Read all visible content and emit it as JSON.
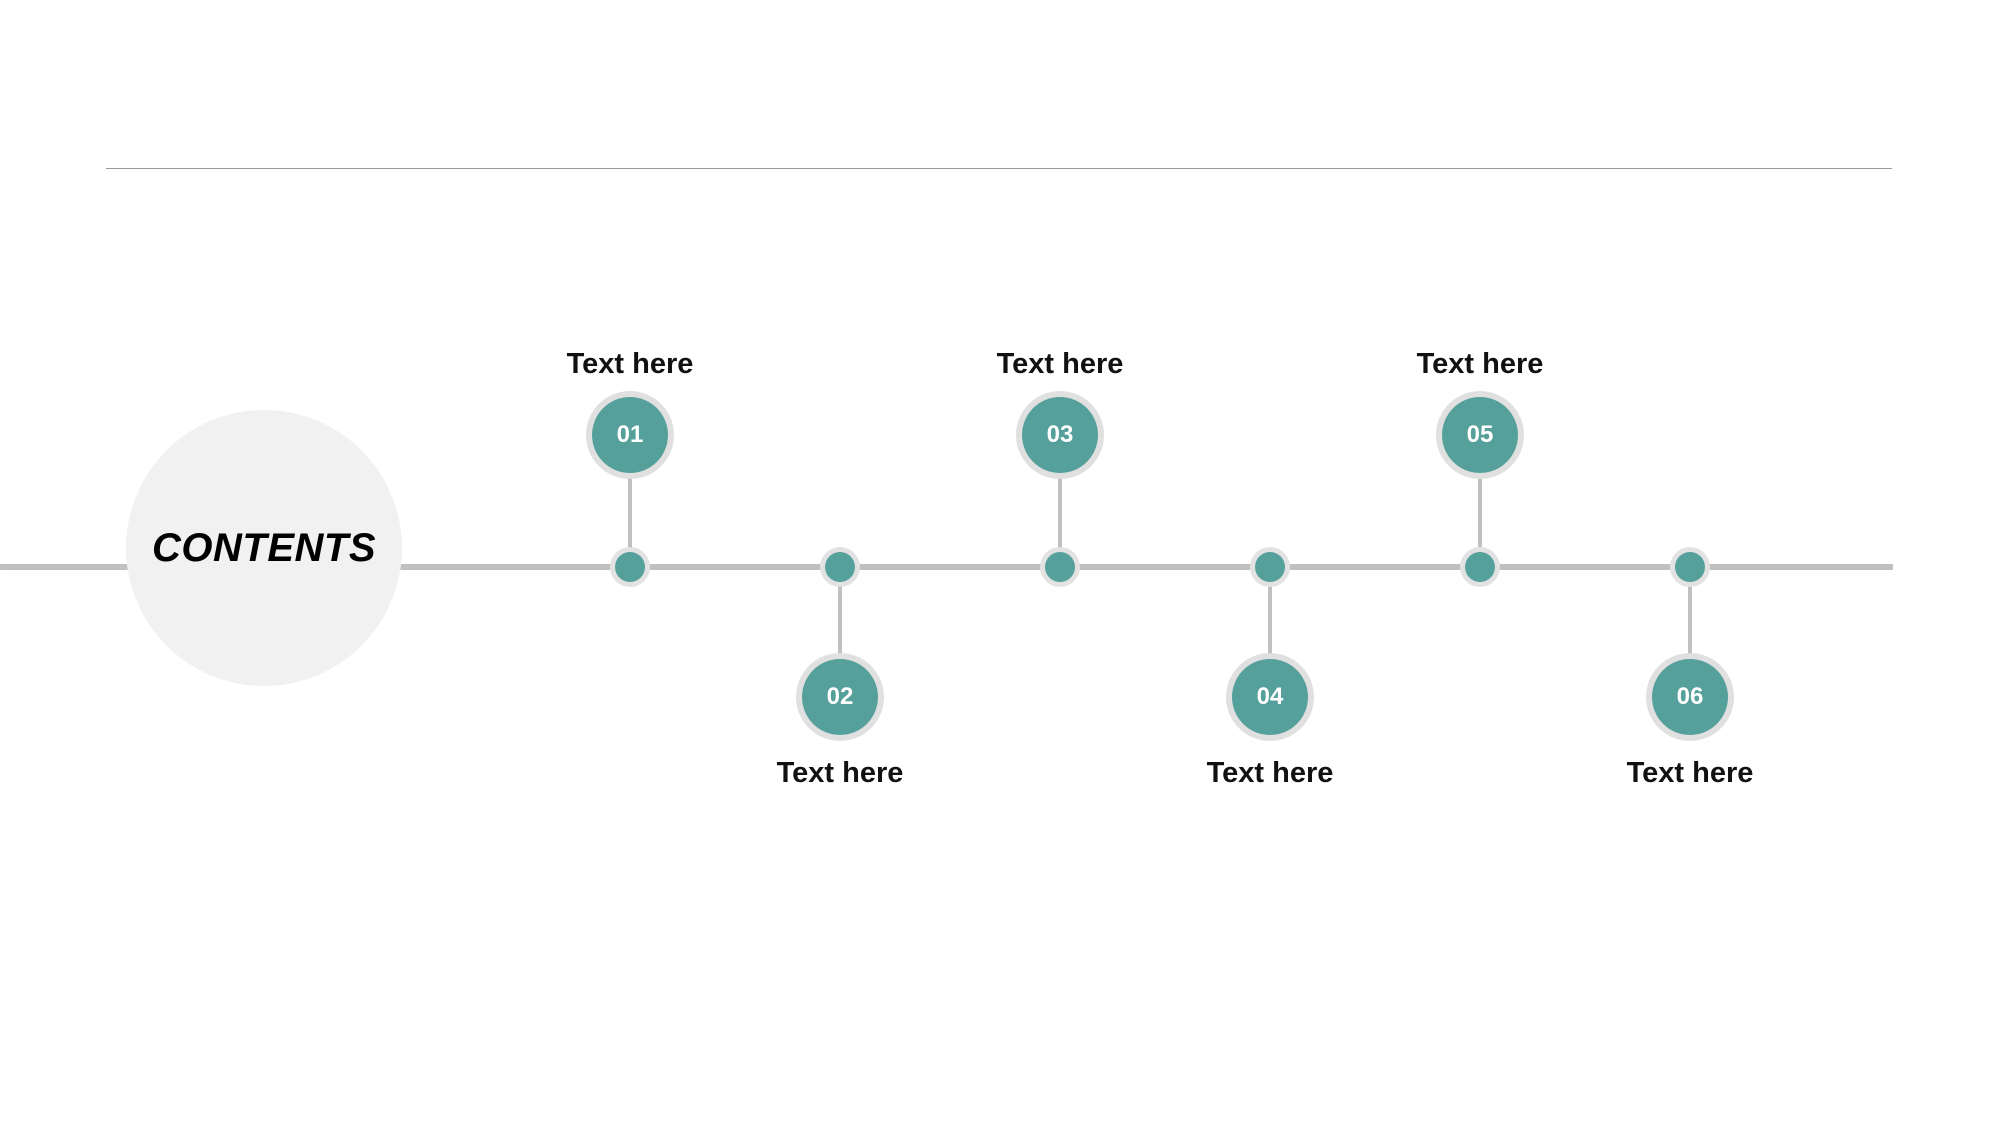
{
  "slide": {
    "title": "CONTENTS",
    "hub_label": "CONTENTS"
  },
  "theme": {
    "accent": "#56a09c",
    "ring": "#e0e0e0",
    "line": "#c0c0c0",
    "hub_fill": "#f1f1f1",
    "rule": "#9a9a9a",
    "number_text": "#ffffff",
    "caption_text": "#111111",
    "background": "#ffffff"
  },
  "timeline": {
    "orientation": "horizontal",
    "item_count": 6,
    "items": [
      {
        "number": "01",
        "caption": "Text here",
        "side": "above"
      },
      {
        "number": "02",
        "caption": "Text here",
        "side": "below"
      },
      {
        "number": "03",
        "caption": "Text here",
        "side": "above"
      },
      {
        "number": "04",
        "caption": "Text here",
        "side": "below"
      },
      {
        "number": "05",
        "caption": "Text here",
        "side": "above"
      },
      {
        "number": "06",
        "caption": "Text here",
        "side": "below"
      }
    ]
  }
}
